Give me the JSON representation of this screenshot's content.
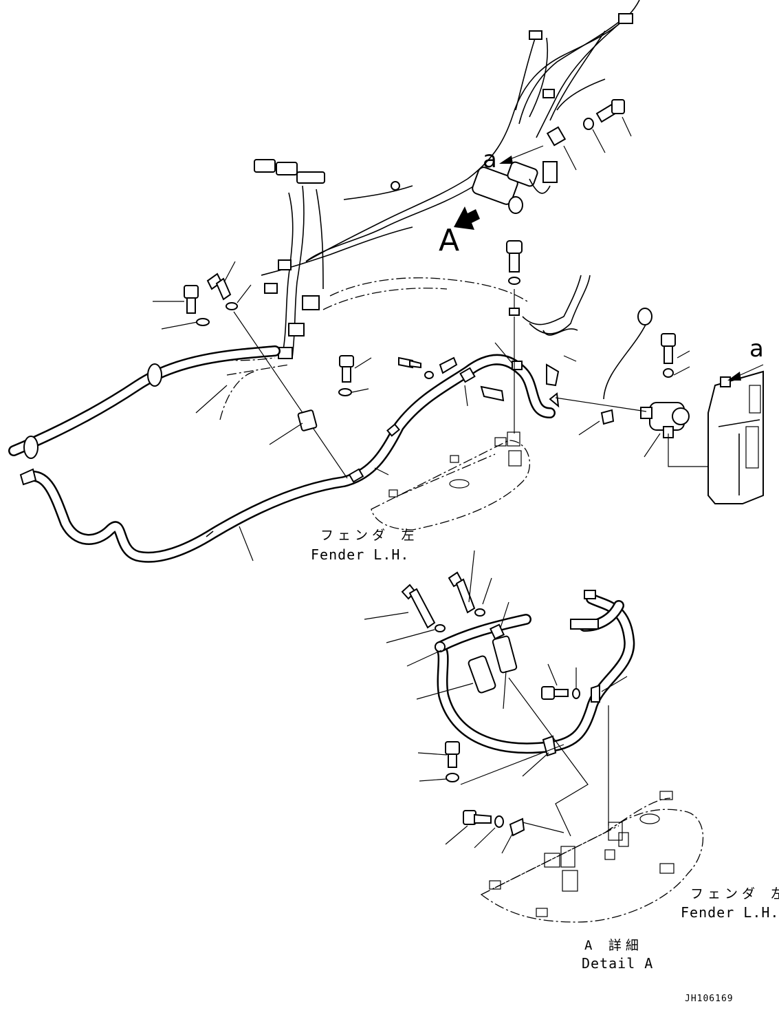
{
  "labels": {
    "view_arrow_a": "A",
    "ref_a_upper": "a",
    "ref_a_right": "a",
    "fender_jp_top": "フェンダ 左",
    "fender_en_top": "Fender L.H.",
    "fender_jp_bottom": "フェンダ 左",
    "fender_en_bottom": "Fender L.H.",
    "detail_jp": "A 詳細",
    "detail_en": "Detail A",
    "drawing_code": "JH106169"
  }
}
